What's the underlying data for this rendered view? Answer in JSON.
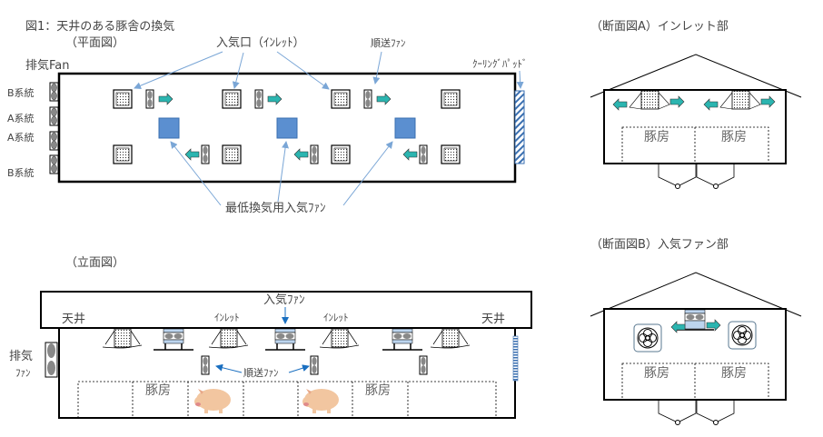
{
  "title": "図1：天井のある豚舎の換気",
  "plan": {
    "heading": "（平面図）",
    "inlet_label": "入気口（ｲﾝﾚｯﾄ）",
    "forward_fan_label": "順送ﾌｧﾝ",
    "exhaust_label": "排気Fan",
    "cooling_pad_label": "ｸｰﾘﾝｸﾞﾊﾟｯﾄﾞ",
    "min_vent_label": "最低換気用入気ﾌｧﾝ",
    "systems": [
      "B系統",
      "A系統",
      "A系統",
      "B系統"
    ]
  },
  "elevation": {
    "heading": "（立面図）",
    "intake_fan_label": "入気ﾌｧﾝ",
    "ceiling_left": "天井",
    "ceiling_right": "天井",
    "inlet_labels": [
      "ｲﾝﾚｯﾄ",
      "ｲﾝﾚｯﾄ"
    ],
    "exhaust_label_1": "排気",
    "exhaust_label_2": "ﾌｧﾝ",
    "forward_fan_label": "順送ﾌｧﾝ",
    "pen_labels": [
      "豚房",
      "豚房"
    ]
  },
  "section_a": {
    "heading": "（断面図A）インレット部",
    "pen_labels": [
      "豚房",
      "豚房"
    ]
  },
  "section_b": {
    "heading": "（断面図B）入気ファン部",
    "pen_labels": [
      "豚房",
      "豚房"
    ]
  },
  "colors": {
    "blue": "#5b8fd0",
    "arrow": "#2bb5b0",
    "line": "#7aa6d6"
  }
}
